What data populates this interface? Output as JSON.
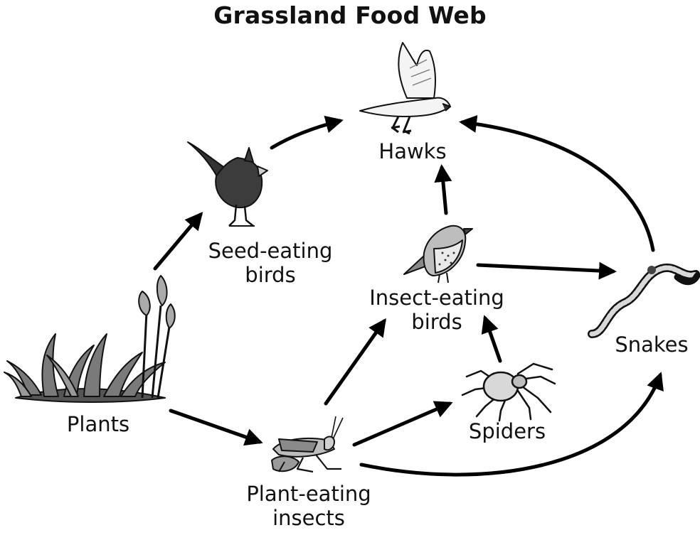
{
  "title": "Grassland Food Web",
  "organisms": {
    "hawks": {
      "line1": "Hawks",
      "icon": "hawk-icon"
    },
    "seed_birds": {
      "line1": "Seed-eating",
      "line2": "birds",
      "icon": "cardinal-icon"
    },
    "insect_birds": {
      "line1": "Insect-eating",
      "line2": "birds",
      "icon": "thrush-icon"
    },
    "snakes": {
      "line1": "Snakes",
      "icon": "snake-icon"
    },
    "plants": {
      "line1": "Plants",
      "icon": "grass-icon"
    },
    "plant_insects": {
      "line1": "Plant-eating",
      "line2": "insects",
      "icon": "grasshopper-icon"
    },
    "spiders": {
      "line1": "Spiders",
      "icon": "spider-icon"
    }
  },
  "links": [
    {
      "from": "Plants",
      "to": "Seed-eating birds"
    },
    {
      "from": "Plants",
      "to": "Plant-eating insects"
    },
    {
      "from": "Seed-eating birds",
      "to": "Hawks"
    },
    {
      "from": "Insect-eating birds",
      "to": "Hawks"
    },
    {
      "from": "Snakes",
      "to": "Hawks"
    },
    {
      "from": "Insect-eating birds",
      "to": "Snakes"
    },
    {
      "from": "Plant-eating insects",
      "to": "Insect-eating birds"
    },
    {
      "from": "Plant-eating insects",
      "to": "Spiders"
    },
    {
      "from": "Plant-eating insects",
      "to": "Snakes"
    },
    {
      "from": "Spiders",
      "to": "Insect-eating birds"
    }
  ]
}
